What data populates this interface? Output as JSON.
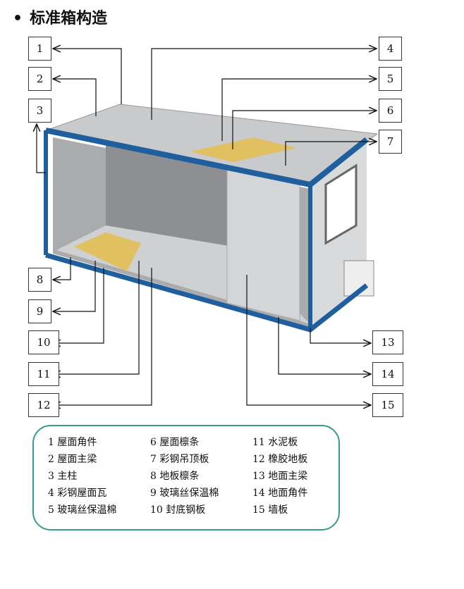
{
  "title": "标准箱构造",
  "callouts": [
    "1",
    "2",
    "3",
    "4",
    "5",
    "6",
    "7",
    "8",
    "9",
    "10",
    "11",
    "12",
    "13",
    "14",
    "15"
  ],
  "legend": [
    "1  屋面角件",
    "2  屋面主梁",
    "3  主柱",
    "4  彩钢屋面瓦",
    "5  玻璃丝保温棉",
    "6  屋面檩条",
    "7  彩钢吊顶板",
    "8  地板檩条",
    "9  玻璃丝保温棉",
    "10 封底钢板",
    "11 水泥板",
    "12 橡胶地板",
    "13 地面主梁",
    "14 地面角件",
    "15 墙板"
  ],
  "colors": {
    "frame": "#1f5f9e",
    "wall": "#d9dadb",
    "roof": "#c8cacc",
    "insulation": "#e0c060",
    "border": "#3a9a8a"
  }
}
